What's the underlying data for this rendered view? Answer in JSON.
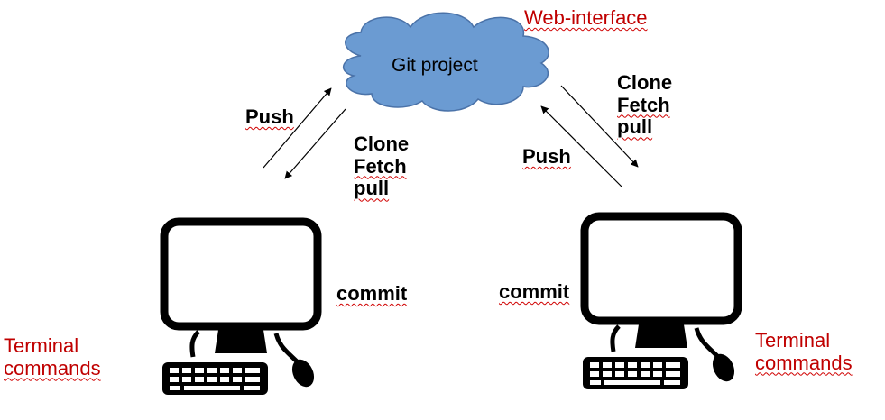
{
  "cloud": {
    "label": "Git project",
    "caption": "Web-interface",
    "fill": "#6b9bd2",
    "stroke": "#4a72a8"
  },
  "left": {
    "push_label": "Push",
    "down_labels": [
      "Clone",
      "Fetch",
      "pull"
    ],
    "commit_label": "commit",
    "terminal_lines": [
      "Terminal",
      "commands"
    ]
  },
  "right": {
    "push_label": "Push",
    "down_labels": [
      "Clone",
      "Fetch",
      "pull"
    ],
    "commit_label": "commit",
    "terminal_lines": [
      "Terminal",
      "commands"
    ]
  },
  "colors": {
    "caption_red": "#c00000",
    "squiggle_red": "#d00000",
    "computer_black": "#000000"
  },
  "icons": [
    "cloud-icon",
    "computer-icon",
    "computer-icon"
  ]
}
